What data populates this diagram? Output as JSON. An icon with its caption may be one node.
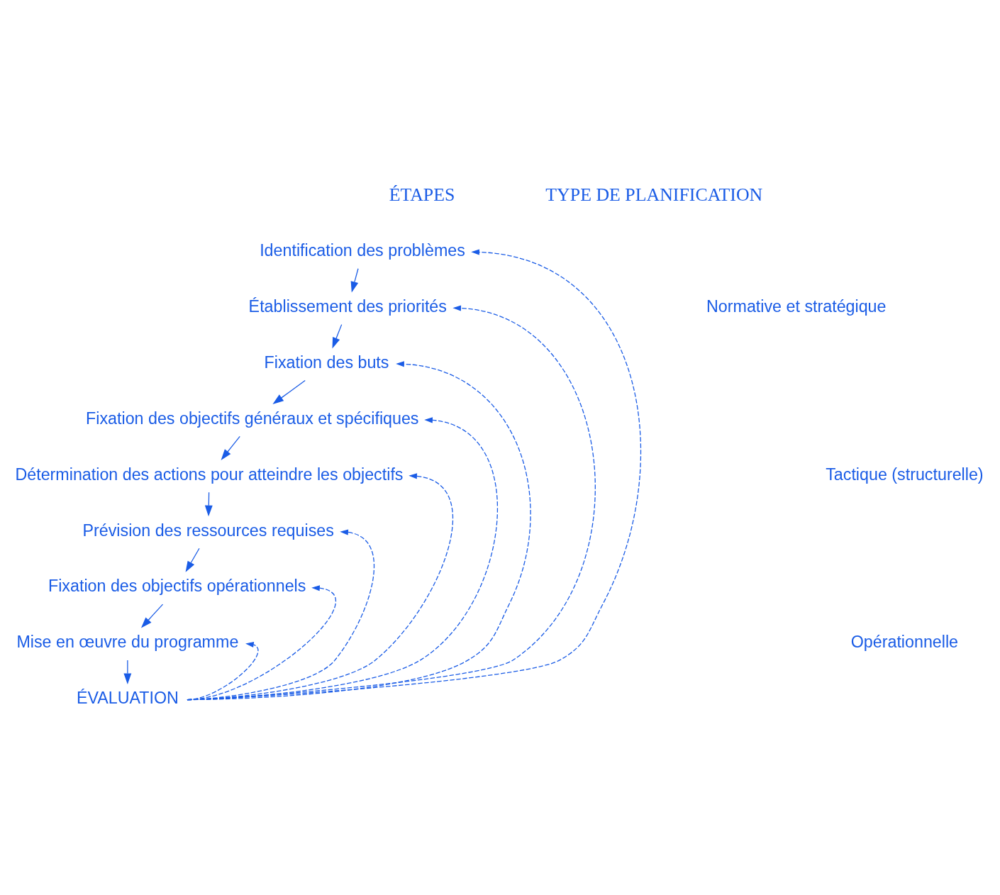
{
  "diagram": {
    "nodes": [
      {
        "text": [
          "Identification des problèmes"
        ]
      },
      {
        "text": [
          "Établissement des priorités"
        ]
      },
      {
        "text": [
          "Fixation des buts"
        ]
      },
      {
        "text": [
          "Fixation des objectifs généraux et spécifiques"
        ]
      },
      {
        "text": [
          "Détermination des actions pour atteindre les objectifs"
        ]
      },
      {
        "text": [
          "Prévision des ressources requises"
        ]
      },
      {
        "text": [
          "Fixation des objectifs opérationnels"
        ]
      },
      {
        "text": [
          "Mise en œuvre du programme"
        ]
      },
      {
        "text": [
          "ÉVALUATION"
        ]
      }
    ],
    "edges": [
      {
        "from": 0,
        "to": 1,
        "arrow": "to"
      },
      {
        "from": 1,
        "to": 2,
        "arrow": "to"
      },
      {
        "from": 2,
        "to": 3,
        "arrow": "to"
      },
      {
        "from": 3,
        "to": 4,
        "arrow": "to"
      },
      {
        "from": 4,
        "to": 5,
        "arrow": "to"
      },
      {
        "from": 5,
        "to": 6,
        "arrow": "to"
      },
      {
        "from": 6,
        "to": 7,
        "arrow": "to"
      },
      {
        "from": 7,
        "to": 8,
        "arrow": "to"
      },
      {
        "from": 8,
        "to": 0,
        "arrow": "to",
        "style": "dashed"
      },
      {
        "from": 8,
        "to": 1,
        "arrow": "to",
        "style": "dashed"
      },
      {
        "from": 8,
        "to": 2,
        "arrow": "to",
        "style": "dashed"
      },
      {
        "from": 8,
        "to": 3,
        "arrow": "to",
        "style": "dashed"
      },
      {
        "from": 8,
        "to": 4,
        "arrow": "to",
        "style": "dashed"
      },
      {
        "from": 8,
        "to": 5,
        "arrow": "to",
        "style": "dashed"
      },
      {
        "from": 8,
        "to": 6,
        "arrow": "to",
        "style": "dashed"
      },
      {
        "from": 8,
        "to": 7,
        "arrow": "to",
        "style": "dashed"
      }
    ],
    "labels": [
      "ÉTAPES",
      "TYPE DE PLANIFICATION",
      "Normative et stratégique",
      "Tactique (structurelle)",
      "Opérationnelle"
    ]
  }
}
